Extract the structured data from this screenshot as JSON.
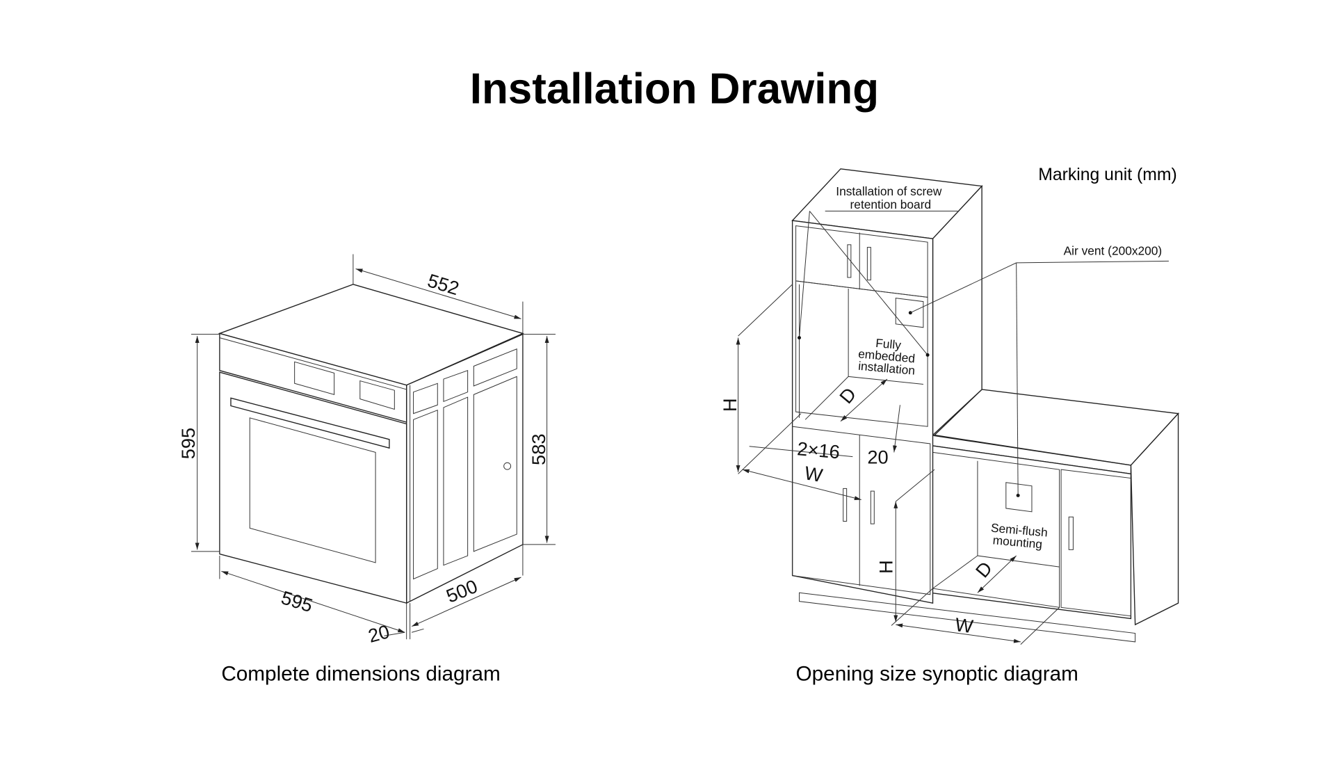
{
  "title": "Installation Drawing",
  "left_diagram": {
    "caption": "Complete dimensions diagram",
    "dimensions": {
      "depth_total": "552",
      "height_front": "595",
      "height_body": "583",
      "width_front": "595",
      "depth_body": "500",
      "panel_thickness": "20"
    }
  },
  "right_diagram": {
    "caption": "Opening size synoptic diagram",
    "unit_note": "Marking unit (mm)",
    "labels": {
      "screw_board_line1": "Installation of screw",
      "screw_board_line2": "retention board",
      "air_vent": "Air vent (200x200)",
      "fully_line1": "Fully",
      "fully_line2": "embedded",
      "fully_line3": "installation",
      "semi_line1": "Semi-flush",
      "semi_line2": "mounting"
    },
    "dimensions": {
      "upper_h": "H",
      "upper_d": "D",
      "upper_w": "W",
      "side_gap": "2×16",
      "top_gap": "20",
      "lower_h": "H",
      "lower_d": "D",
      "lower_w": "W"
    }
  }
}
